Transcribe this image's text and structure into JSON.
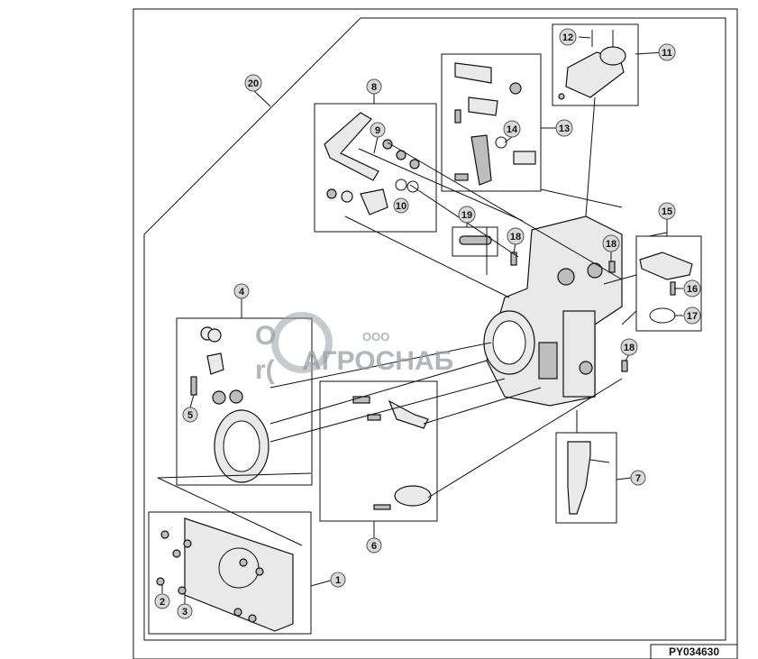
{
  "figure_code": "PY034630",
  "callouts": [
    "1",
    "2",
    "3",
    "4",
    "5",
    "6",
    "7",
    "8",
    "9",
    "10",
    "11",
    "12",
    "13",
    "14",
    "15",
    "16",
    "17",
    "18",
    "18",
    "18",
    "19",
    "20"
  ],
  "watermark": {
    "brand": "АГРОСНАБ",
    "prefix": "ООО",
    "partial_a": "О",
    "partial_b": "r("
  },
  "colors": {
    "line": "#111111",
    "callout_fill": "#d9d9d9",
    "watermark": "#9aa0a6"
  }
}
